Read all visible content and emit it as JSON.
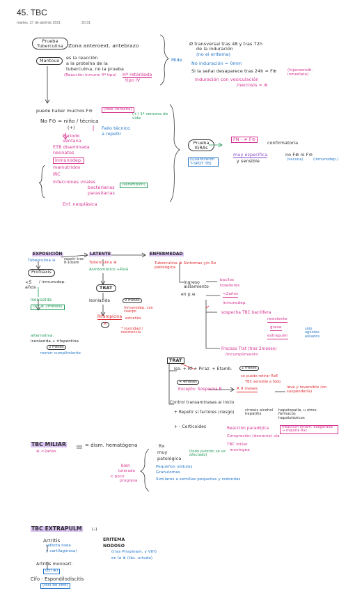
{
  "header": {
    "title": "45. TBC",
    "date": "martes, 27 de abril de 2021",
    "time": "20:31"
  },
  "section1": {
    "prueba": "Prueba Tuberculina",
    "zona": "Zona anteroext. antebrazo",
    "mantoux": "Mantoux",
    "reaccion_1": "es la reacción",
    "reaccion_2": "a la proteína de la",
    "reaccion_3": "tuberculina, no la prueba",
    "inmune": "(Reacción inmune 4ª tipo)",
    "retardada": "Hª retardada",
    "tipo_iv": "tipo IV",
    "mide": "Mide",
    "diametro_1": "Ø transversal tras 48 y tras 72h",
    "diametro_2": "de la induración",
    "diametro_3": "(no el eritema)",
    "normal": "No induración = 0mm",
    "desaparece": "Si la señal desaparece tras 24h = F⊕",
    "hipersens": "(hipersensib. inmediata)",
    "induracion": "Induración con vesiculación",
    "necrosis": "/necrosis = ⊕"
  },
  "section2": {
    "falsos": "puede haber muchos F⊖",
    "fase_ventana": "(fase ventana)",
    "primera_semana": "(+) 1ª semana de vida",
    "hacia": "No F⊖ = niño / técnica",
    "niño_sub": "(+)",
    "periodo": "Periodo ventana",
    "fallo": "Fallo técnico",
    "repetir": "a repetir",
    "etb": "ETB diseminada",
    "neonatos": "neonatos",
    "inmunodep": "Inmunodep.",
    "malnutridos": "malnutridos",
    "irc": "IRC",
    "infecciones": "Infecciones virales",
    "bacterianas": "bacterianas",
    "parasitarias": "parasitarias",
    "sarampion": "(sarampión)",
    "enf": "Enf. neoplásica",
    "igra": "Prueba IGRAs",
    "fn": "FN - ≠ F⊖",
    "confirm": "confirmatoria",
    "quantiferon": "(Quantiferon T-SPOT TB)",
    "espec": "muy específica",
    "sens": "y sensible",
    "no_fp": "no F⊕ ni F⊖",
    "vacuna": "(vacuna)",
    "inmunodep2": "(inmunodep.)"
  },
  "section3": {
    "exposicion": "EXPOSICIÓN",
    "latente": "LATENTE",
    "enfermedad": "ENFERMEDAD",
    "tuberc_neg": "Tuberculina ⊖",
    "repetir_tras": "repetir tras 8-10sem",
    "tuberc_pos": "Tuberculina ⊕",
    "asintomatico": "Asintomático +Rx⊖",
    "sintomas": "Tuberculina ⊕ Síntomas y/o Rx patológica",
    "profilaxis": "Profilaxis",
    "cinco": "<5 años",
    "inmunodep": "/ inmunodep.",
    "isoniazida": "Isoniazida",
    "rx": "(Rx ≥ 2meses)",
    "trat": "TRAT",
    "isoniazida2": "Isoniazida",
    "meses": "9 meses",
    "rifampicina": "Rifampicina",
    "r": "R",
    "inmunodep3": "Inmunodep. con cuerpo",
    "extrañas": "extraños",
    "toxicidad": "* toxicidad / resistencia",
    "alternativa": "alternativa:",
    "isoniazida_rifap": "isoniazida + rifapentina",
    "semanas": "3 meses",
    "menor": "menor cumplimiento",
    "ingreso": "Ingreso aislamiento",
    "en_pr": "en p.⊖",
    "bacilo": "bacilos",
    "tosedores": "tosedores",
    "inmunodep4": "inmunodep.",
    "sospecha": "sospecha TBC bacilífera",
    "resistente": "resistente",
    "grave": "grave",
    "extrapulm": "extrapulm",
    "solo": "sólo agentes aislados",
    "fracaso": "Fracaso Trat (tras 2meses)",
    "incumplimiento": "/incumplimiento",
    "trat2": "TRAT",
    "combo": "Iso. + Rf + Piraz. + Etamb.",
    "cuatro_meses": "2 meses",
    "no_puede": "se puede retirar RxE",
    "sensible": "TBC sensible a todo",
    "cuatro": "+ 4meses",
    "excepto": "Excepto: Sospecha R",
    "nueve": "R 9 meses",
    "leve": "leve y reversible (no suspenderla)",
    "control": "Control transaminasas al inicio",
    "repetir_si": "+ Repetir si factores (riesgo)",
    "cirrosis": "cirrosis alcohol hepatitis",
    "hepato": "hepatopatía, u otros fármacos hepatotóxicos",
    "cortic": "+ - Corticoides",
    "reaccion_para": "Reacción paradójica",
    "reaccion_inm": "(reacción inflam. exagerada → mejoría Rx)",
    "compresion": "Compresión (derrame) vía",
    "tbc_miliar": "TBC miliar",
    "meningea": "meníngea"
  },
  "section4": {
    "miliar": "TBC MILIAR",
    "nanos": "⊕ <2años",
    "dism": "= dism. hematógena",
    "rx": "Rx",
    "muy": "muy",
    "patologica": "patológica",
    "todo": "(todo pulmón se ve afectado)",
    "bien": "bien",
    "tolerado": "tolerado",
    "poco": "< poco",
    "progres": "progresa",
    "gran": "Pequeños nódulos",
    "miliares": "Granulomas",
    "simil": "Similares a semillas pequeñas y redondas"
  },
  "section5": {
    "extra": "TBC EXTRAPULM",
    "neg": "(-)",
    "artritis": "Artritis",
    "afecta": "(afecta ósea",
    "cartil": "y cartilaginosa)",
    "artritis_mono": "Artritis monoart.",
    "eii": "(EII ⊕)",
    "cifo": "Cifo - Espondilodiscitis",
    "mal_pott": "(Mal de Pott)",
    "eritema": "ERITEMA",
    "nodoso": "NODOSO",
    "tras": "(tras Pirazinam. y VIH)",
    "en_la": "en la ⊕ (tbc. ortodo)"
  }
}
